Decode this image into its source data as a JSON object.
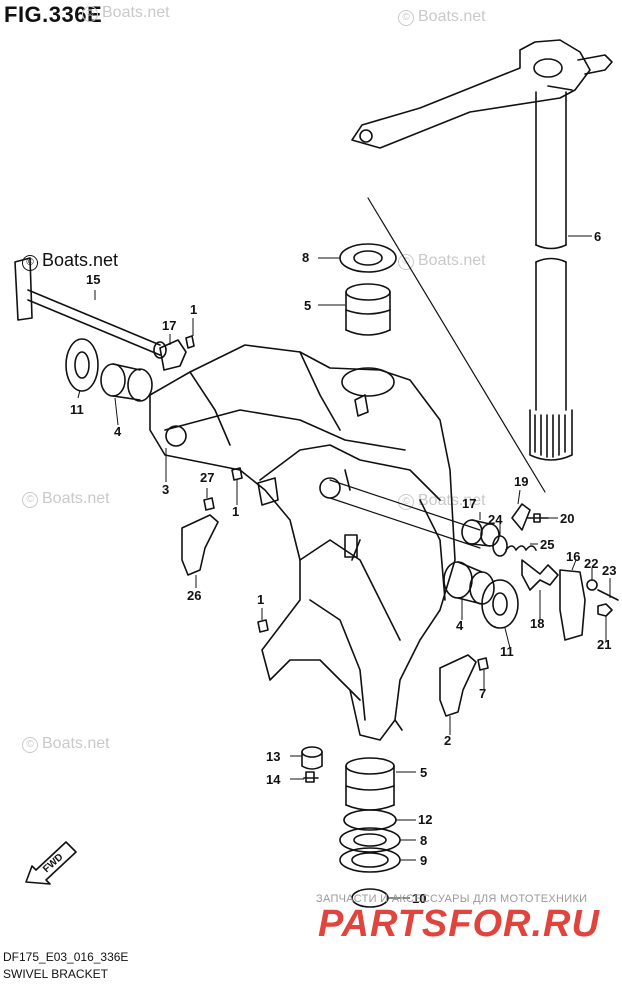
{
  "figure": {
    "title": "FIG.336E",
    "code": "DF175_E03_016_336E",
    "name": "SWIVEL BRACKET"
  },
  "watermarks": [
    {
      "text": "Boats.net"
    },
    {
      "text": "Boats.net"
    },
    {
      "text": "Boats.net"
    },
    {
      "text": "Boats.net"
    },
    {
      "text": "Boats.net"
    },
    {
      "text": "Boats.net"
    },
    {
      "text": "Boats.net"
    }
  ],
  "fwd_label": "FWD",
  "callouts": [
    "15",
    "1",
    "17",
    "11",
    "4",
    "3",
    "27",
    "1",
    "26",
    "1",
    "8",
    "5",
    "6",
    "17",
    "19",
    "20",
    "24",
    "25",
    "16",
    "22",
    "23",
    "4",
    "18",
    "11",
    "21",
    "7",
    "2",
    "13",
    "14",
    "5",
    "12",
    "8",
    "9",
    "10"
  ],
  "site": {
    "line": "ЗАПЧАСТИ И АКСЕССУАРЫ ДЛЯ МОТОТЕХНИКИ",
    "brand": "PARTSFOR.RU"
  },
  "colors": {
    "ink": "#111111",
    "watermark": "#c9c9c9",
    "brand": "#e0443c"
  }
}
